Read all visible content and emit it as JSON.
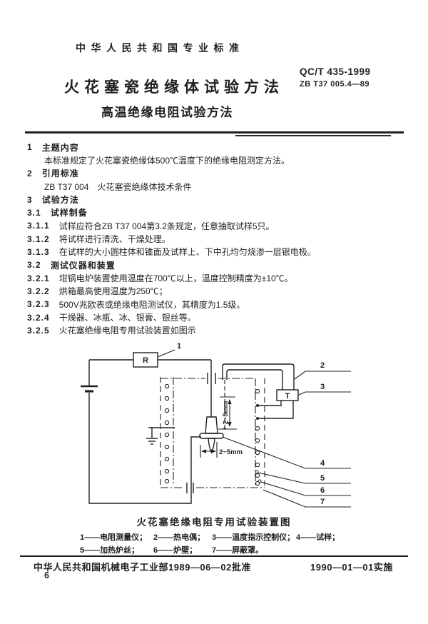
{
  "header": {
    "standard_class": "中华人民共和国专业标准",
    "code_primary": "QC/T 435-1999",
    "code_secondary": "ZB T37 005.4—89",
    "title_main": "火花塞瓷绝缘体试验方法",
    "title_sub": "高温绝缘电阻试验方法"
  },
  "body": {
    "lines": [
      {
        "num": "1",
        "text": "主题内容"
      },
      {
        "num": "",
        "text": "本标准规定了火花塞瓷绝缘体500℃温度下的绝缘电阻测定方法。"
      },
      {
        "num": "2",
        "text": "引用标准"
      },
      {
        "num": "",
        "text": "ZB T37 004　火花塞瓷绝缘体技术条件"
      },
      {
        "num": "3",
        "text": "试验方法"
      },
      {
        "num": "3.1",
        "text": "试样制备"
      },
      {
        "num": "3.1.1",
        "text": "试样应符合ZB T37 004第3.2条规定，任意抽取试样5只。"
      },
      {
        "num": "3.1.2",
        "text": "将试样进行清洗、干燥处理。"
      },
      {
        "num": "3.1.3",
        "text": "在试样的大小圆柱体和锥面及试样上、下中孔均匀烧渗一层银电极。"
      },
      {
        "num": "3.2",
        "text": "测试仪器和装置"
      },
      {
        "num": "3.2.1",
        "text": "坩锅电炉装置使用温度在700℃以上，温度控制精度为±10℃。"
      },
      {
        "num": "3.2.2",
        "text": "烘箱最高使用温度为250℃；"
      },
      {
        "num": "3.2.3",
        "text": "500V兆欧表或绝缘电阻测试仪，其精度为1.5级。"
      },
      {
        "num": "3.2.4",
        "text": "干燥器、冰瓶、冰、银膏、银丝等。"
      },
      {
        "num": "3.2.5",
        "text": "火花塞绝缘电阻专用试验装置如图示"
      }
    ]
  },
  "figure": {
    "caption": "火花塞绝缘电阻专用试验装置图",
    "component_r": "R",
    "component_t": "T",
    "dim_vertical": "2~5mm",
    "dim_horizontal": "2~5mm",
    "callouts": {
      "c1": "1",
      "c2": "2",
      "c3": "3",
      "c4": "4",
      "c5": "5",
      "c6": "6",
      "c7": "7"
    },
    "legend": {
      "row1": [
        "1——电阻测量仪；",
        "2——热电偶；",
        "3——温度指示控制仪；",
        "4——试样；"
      ],
      "row2": [
        "5——加热炉丝；",
        "6——炉壁；",
        "7——屏蔽罩。"
      ]
    }
  },
  "footer": {
    "approval": "中华人民共和国机械电子工业部1989—06—02批准",
    "implementation": "1990—01—01实施",
    "page_number": "6"
  },
  "colors": {
    "ink": "#1f1f1f",
    "paper": "#ffffff"
  }
}
